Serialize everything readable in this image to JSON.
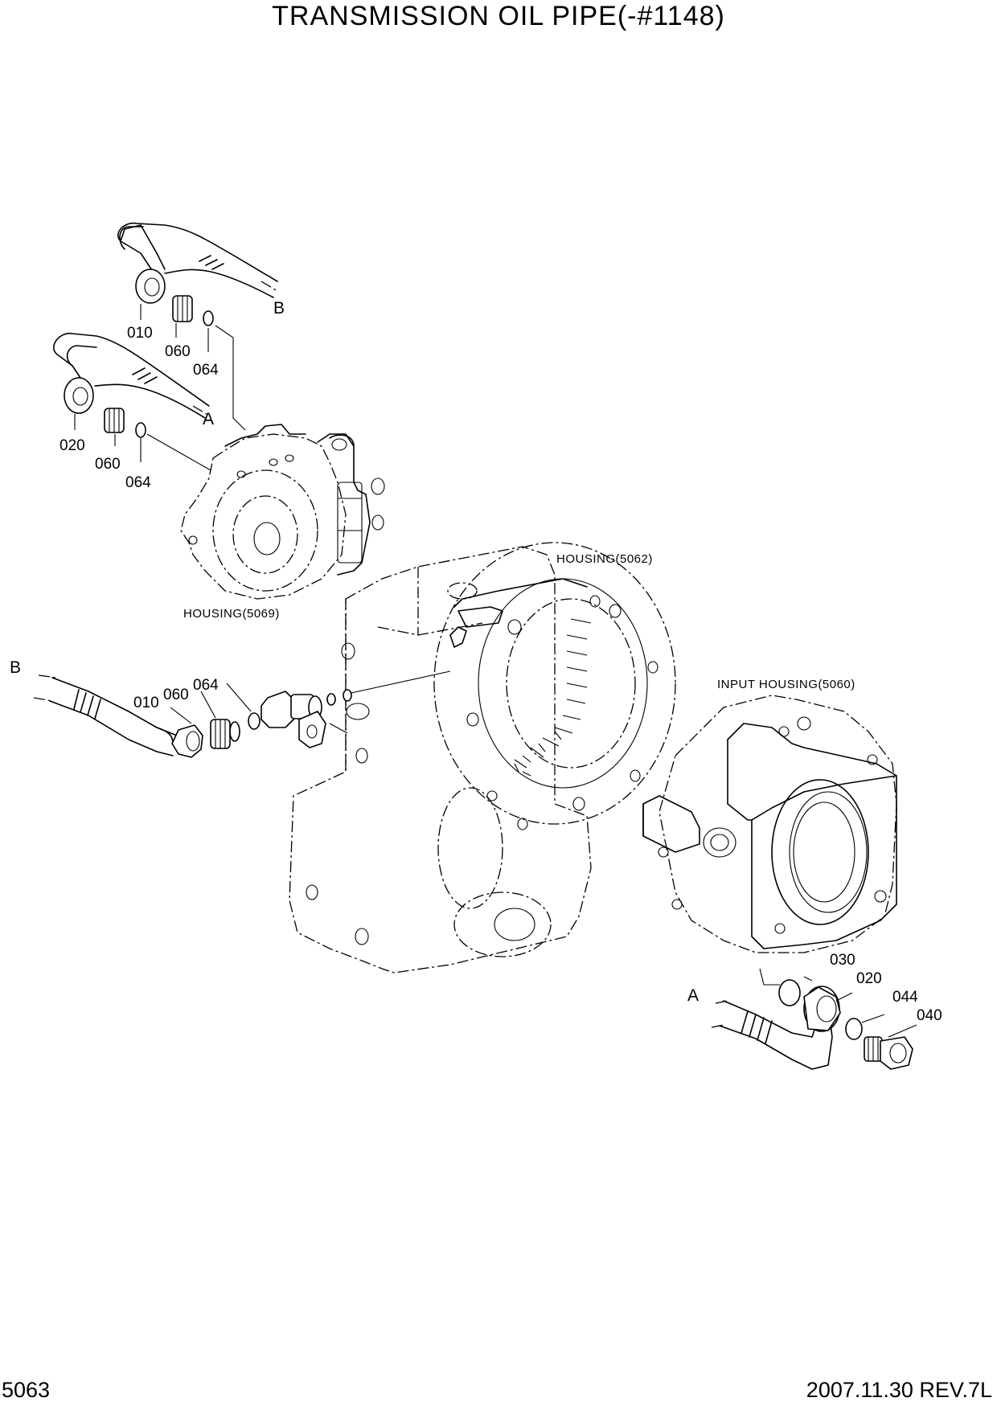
{
  "title": "TRANSMISSION OIL PIPE(-#1148)",
  "footer": {
    "page_number": "5063",
    "revision": "2007.11.30  REV.7L"
  },
  "callouts": {
    "top_b": {
      "pipe": "010",
      "fitting": "060",
      "oring": "064",
      "end": "B"
    },
    "top_a": {
      "pipe": "020",
      "fitting": "060",
      "oring": "064",
      "end": "A"
    },
    "left_b": {
      "pipe": "010",
      "fitting": "060",
      "oring": "064",
      "end": "B"
    },
    "right_a": {
      "oring": "030",
      "bushing": "020",
      "gasket": "044",
      "plug": "040",
      "end": "A"
    }
  },
  "housings": {
    "h5069": "HOUSING(5069)",
    "h5062": "HOUSING(5062)",
    "h5060": "INPUT HOUSING(5060)"
  }
}
